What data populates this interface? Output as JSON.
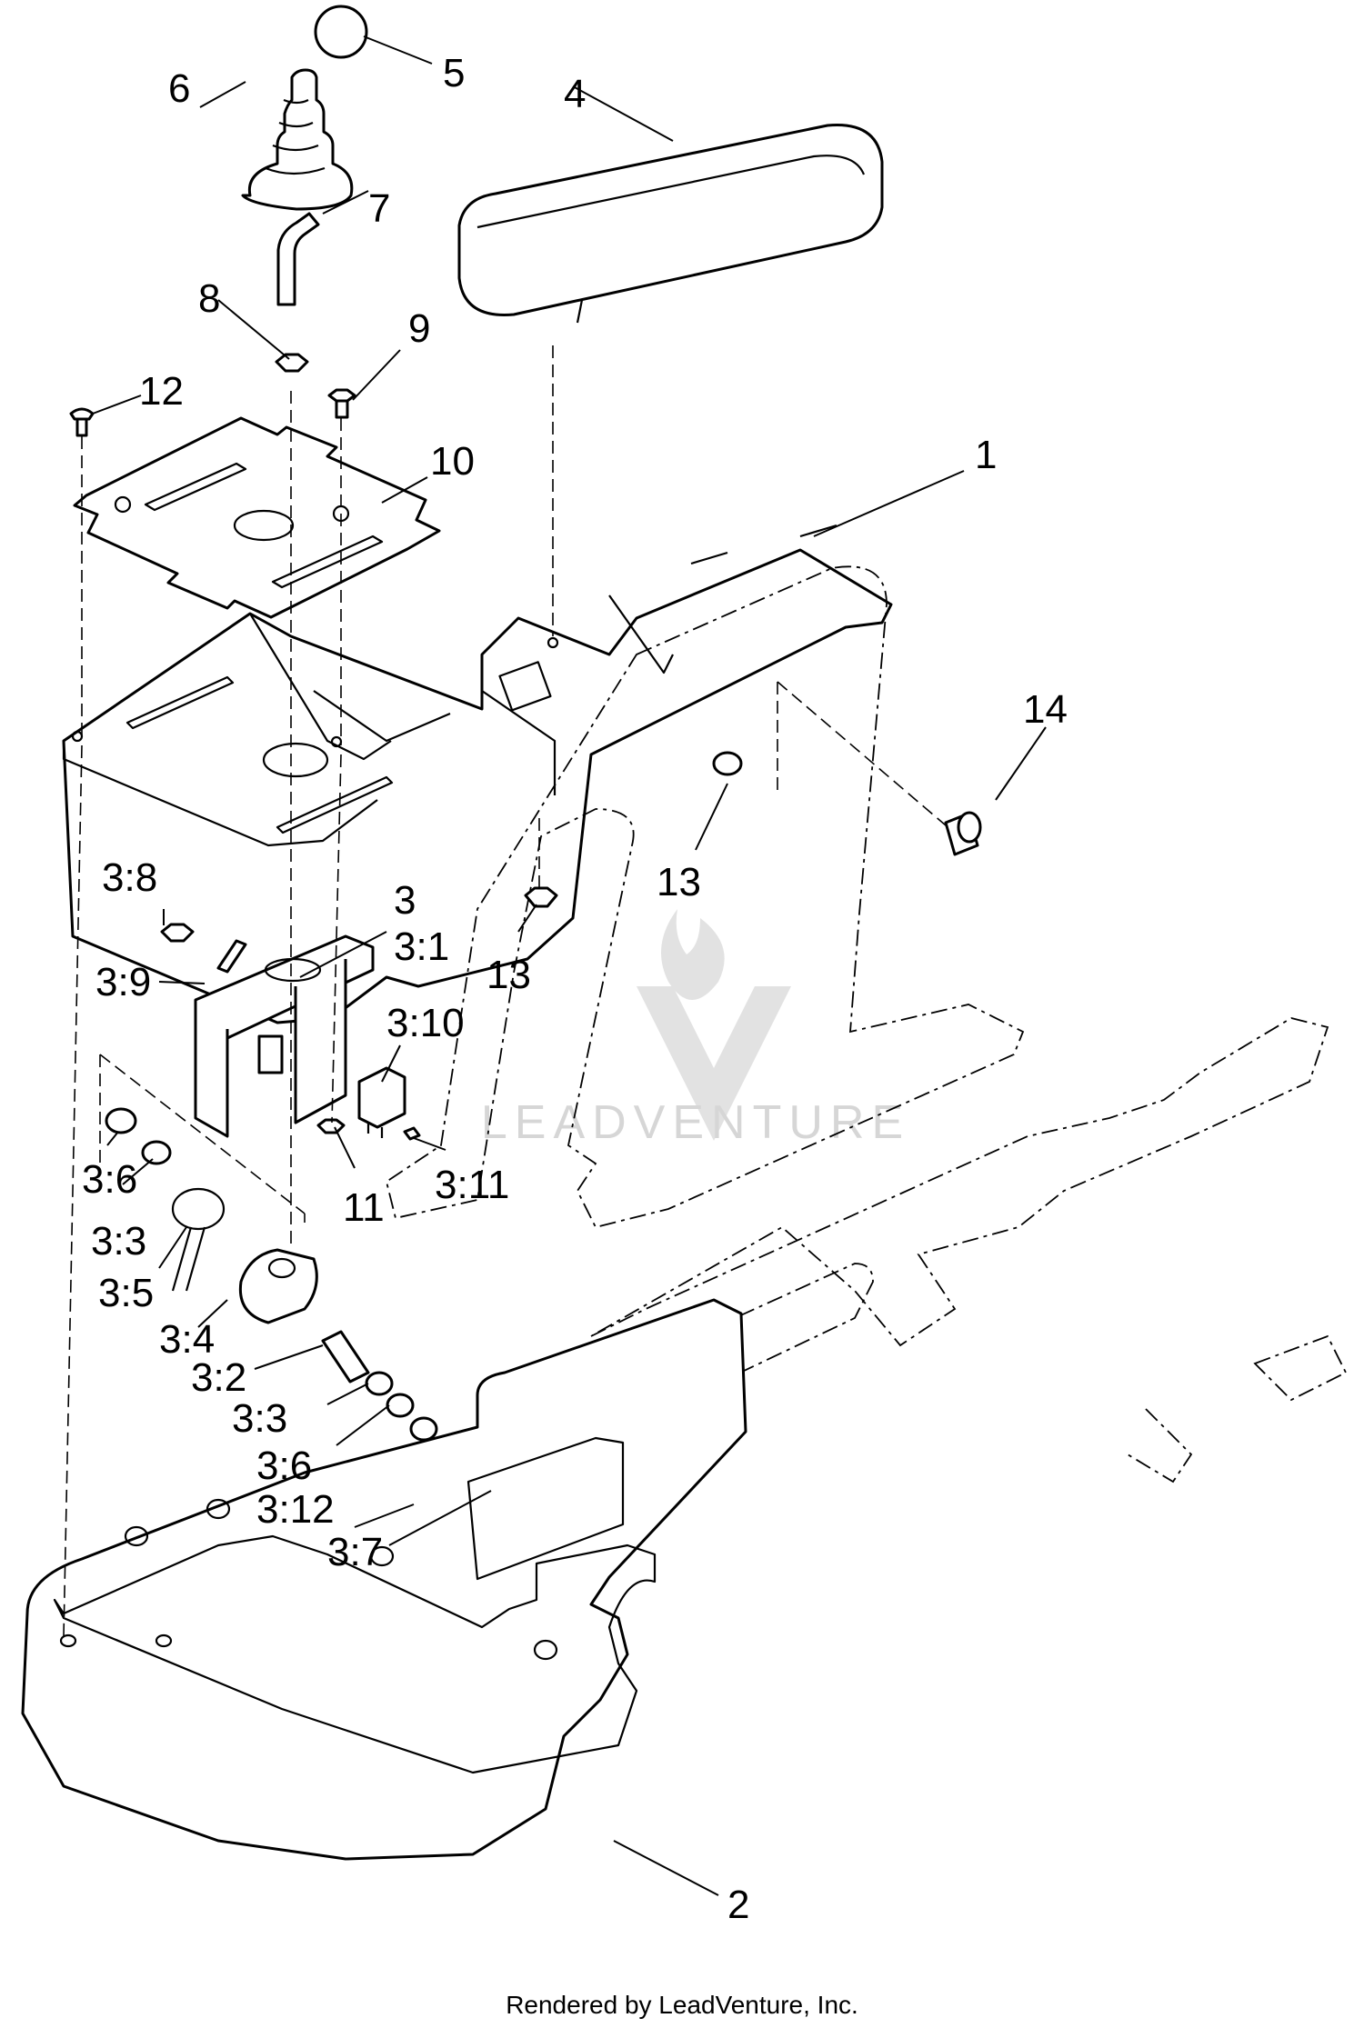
{
  "callouts": [
    {
      "id": "c1",
      "label": "1"
    },
    {
      "id": "c2",
      "label": "2"
    },
    {
      "id": "c3",
      "label": "3"
    },
    {
      "id": "c3_1",
      "label": "3:1"
    },
    {
      "id": "c3_2",
      "label": "3:2"
    },
    {
      "id": "c3_3a",
      "label": "3:3"
    },
    {
      "id": "c3_3b",
      "label": "3:3"
    },
    {
      "id": "c3_4",
      "label": "3:4"
    },
    {
      "id": "c3_5",
      "label": "3:5"
    },
    {
      "id": "c3_6a",
      "label": "3:6"
    },
    {
      "id": "c3_6b",
      "label": "3:6"
    },
    {
      "id": "c3_7",
      "label": "3:7"
    },
    {
      "id": "c3_8",
      "label": "3:8"
    },
    {
      "id": "c3_9",
      "label": "3:9"
    },
    {
      "id": "c3_10",
      "label": "3:10"
    },
    {
      "id": "c3_11",
      "label": "3:11"
    },
    {
      "id": "c3_12",
      "label": "3:12"
    },
    {
      "id": "c4",
      "label": "4"
    },
    {
      "id": "c5",
      "label": "5"
    },
    {
      "id": "c6",
      "label": "6"
    },
    {
      "id": "c7",
      "label": "7"
    },
    {
      "id": "c8",
      "label": "8"
    },
    {
      "id": "c9",
      "label": "9"
    },
    {
      "id": "c10",
      "label": "10"
    },
    {
      "id": "c11",
      "label": "11"
    },
    {
      "id": "c12",
      "label": "12"
    },
    {
      "id": "c13a",
      "label": "13"
    },
    {
      "id": "c13b",
      "label": "13"
    },
    {
      "id": "c14",
      "label": "14"
    }
  ],
  "watermark": "LEADVENTURE",
  "footer": "Rendered by LeadVenture, Inc."
}
